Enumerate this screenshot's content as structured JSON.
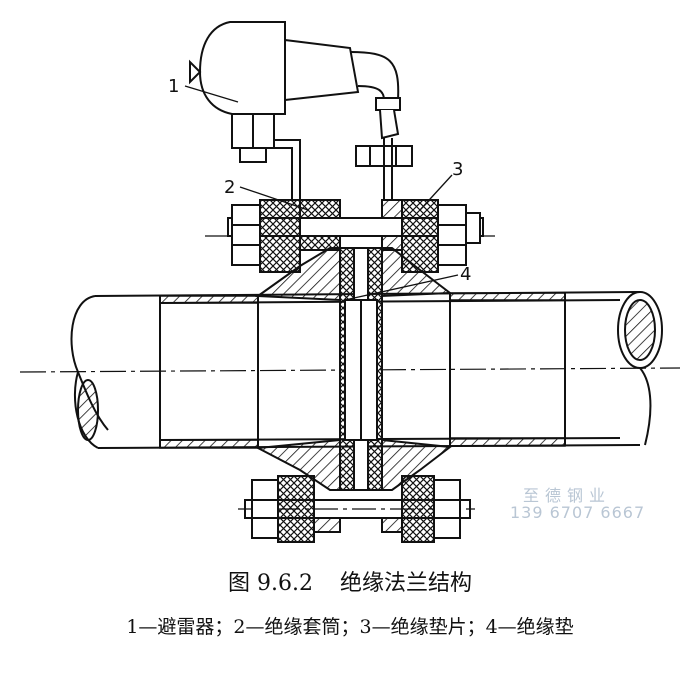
{
  "figure": {
    "number": "图 9.6.2",
    "title": "绝缘法兰结构",
    "callouts": [
      "1",
      "2",
      "3",
      "4"
    ],
    "legend": "1—避雷器；2—绝缘套筒；3—绝缘垫片；4—绝缘垫"
  },
  "watermark": {
    "name": "至德钢业",
    "phone": "139 6707 6667"
  }
}
